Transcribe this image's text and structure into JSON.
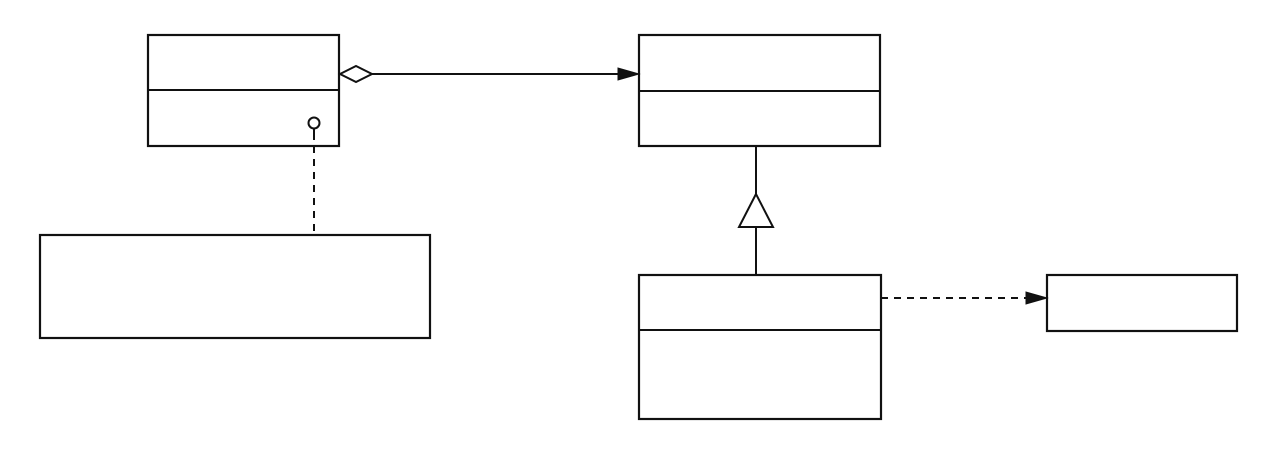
{
  "diagram": {
    "type": "uml-class-diagram",
    "labels": [],
    "nodes": [
      {
        "id": "context-class",
        "kind": "class",
        "compartments": 2
      },
      {
        "id": "note-box",
        "kind": "note",
        "compartments": 1
      },
      {
        "id": "abstract-class",
        "kind": "class",
        "compartments": 2
      },
      {
        "id": "concrete-class",
        "kind": "class",
        "compartments": 2
      },
      {
        "id": "dependency-target",
        "kind": "class",
        "compartments": 1
      }
    ],
    "edges": [
      {
        "id": "aggregation-edge",
        "from": "context-class",
        "to": "abstract-class",
        "kind": "aggregation"
      },
      {
        "id": "inheritance-edge",
        "from": "concrete-class",
        "to": "abstract-class",
        "kind": "inheritance"
      },
      {
        "id": "dependency-edge",
        "from": "concrete-class",
        "to": "dependency-target",
        "kind": "dependency"
      },
      {
        "id": "note-edge",
        "from": "context-class",
        "to": "note-box",
        "kind": "note-anchor"
      }
    ],
    "colors": {
      "stroke": "#111111",
      "background": "#ffffff"
    }
  }
}
